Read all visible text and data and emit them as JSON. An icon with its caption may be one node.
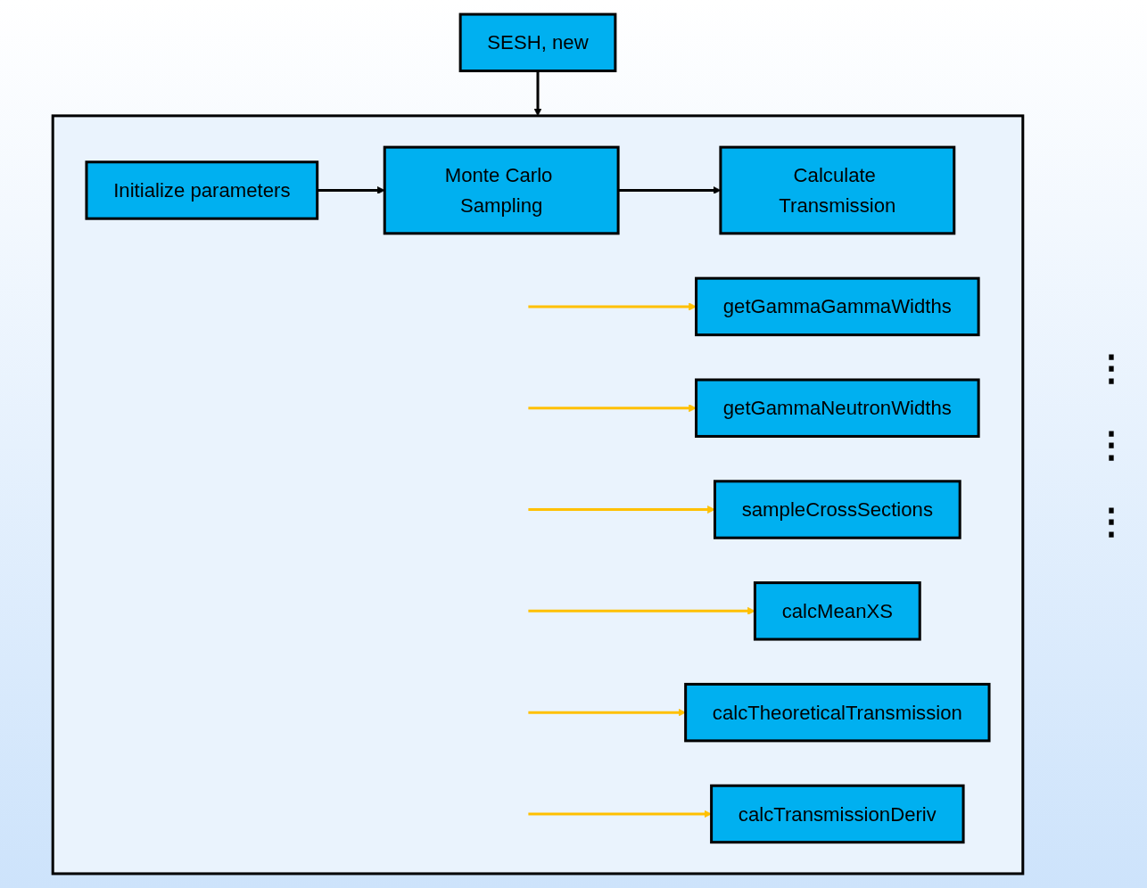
{
  "diagram": {
    "nodes": [
      {
        "text": [
          "SESH, new"
        ]
      },
      {
        "text": [],
        "shape": "box"
      },
      {
        "text": [
          "Initialize parameters"
        ],
        "in": 1
      },
      {
        "text": [
          "getGammaGammaWidths"
        ],
        "in": 1
      },
      {
        "text": [
          "getGammaNeutronWidths"
        ],
        "in": 1
      },
      {
        "text": [
          "Monte Carlo Sampling"
        ],
        "in": 1
      },
      {
        "text": [
          "sampleCrossSections"
        ],
        "in": 1
      },
      {
        "text": [
          "calcMeanXS"
        ],
        "in": 1
      },
      {
        "text": [
          "Calculate Transmission"
        ],
        "in": 1
      },
      {
        "text": [
          "calcTheoreticalTransmission"
        ],
        "in": 1
      },
      {
        "text": [
          "calcTransmissionDeriv"
        ],
        "in": 1
      }
    ],
    "edges": [
      {
        "from": 0,
        "to": 1,
        "arrow": "to",
        "color": "#000000"
      },
      {
        "from": 2,
        "to": 5,
        "arrow": "to",
        "color": "#000000"
      },
      {
        "from": 5,
        "to": 8,
        "arrow": "to",
        "color": "#000000"
      },
      {
        "from": null,
        "to": 3,
        "arrow": "to",
        "color": "#ffc000"
      },
      {
        "from": null,
        "to": 4,
        "arrow": "to",
        "color": "#ffc000"
      },
      {
        "from": null,
        "to": 6,
        "arrow": "to",
        "color": "#ffc000"
      },
      {
        "from": null,
        "to": 7,
        "arrow": "to",
        "color": "#ffc000"
      },
      {
        "from": null,
        "to": 9,
        "arrow": "to",
        "color": "#ffc000"
      },
      {
        "from": null,
        "to": 10,
        "arrow": "to",
        "color": "#ffc000"
      }
    ],
    "labels": [
      "⋮",
      "⋮",
      "⋮"
    ]
  }
}
